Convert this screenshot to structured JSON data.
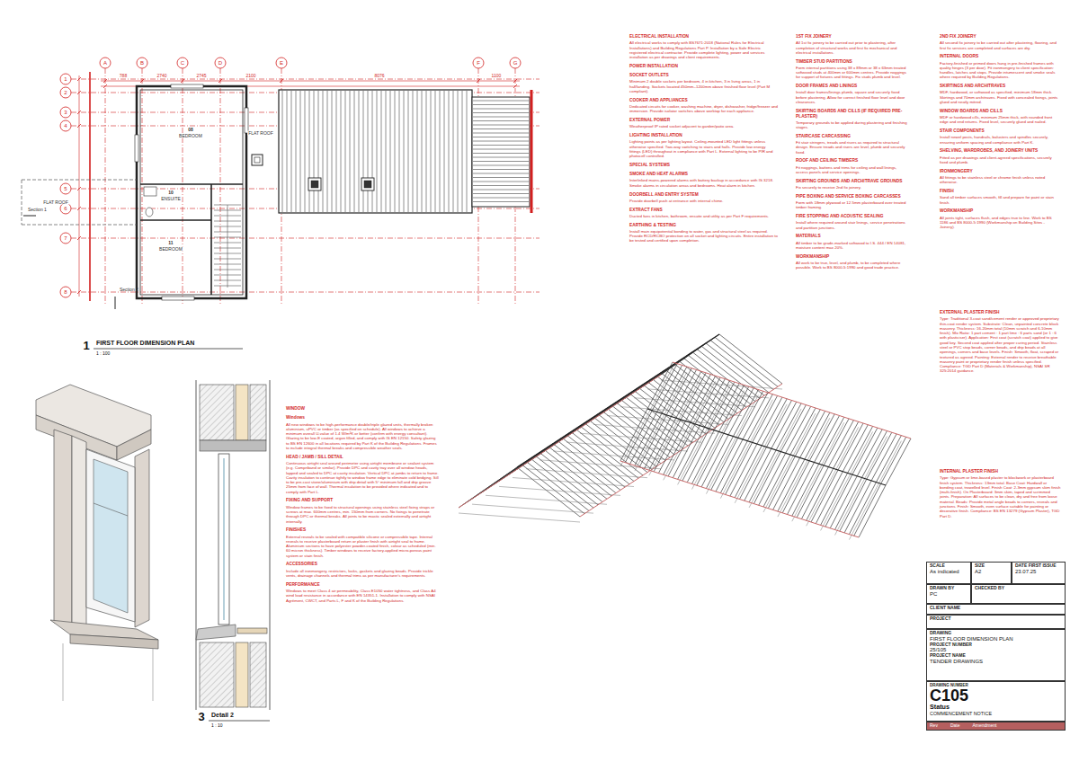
{
  "diagram": {
    "nodes": [
      {
        "text": [
          "SCALE",
          "As indicated"
        ]
      },
      {
        "text": [
          "SIZE",
          "A2"
        ]
      },
      {
        "text": [
          "DATE FIRST ISSUE",
          "23.07.25"
        ]
      },
      {
        "text": [
          "DRAWN BY",
          "PC"
        ]
      },
      {
        "text": [
          "CHECKED BY"
        ]
      },
      {
        "text": [
          "CLIENT NAME"
        ]
      },
      {
        "text": [
          "PROJECT"
        ]
      },
      {
        "text": [
          "DRAWING",
          "FIRST FLOOR DIMENSION PLAN",
          "PROJECT NUMBER",
          "25/105",
          "PROJECT NAME",
          "TENDER DRAWINGS"
        ]
      },
      {
        "text": [
          "DRAWING NUMBER",
          "C105",
          "Status",
          "COMMENCEMENT NOTICE"
        ]
      },
      {
        "text": [
          "Rev",
          "Date",
          "Amendment"
        ]
      }
    ],
    "labels": [
      "A",
      "B",
      "C",
      "D",
      "E",
      "F",
      "G",
      "1",
      "2",
      "3",
      "4",
      "5",
      "6",
      "7",
      "8",
      "08",
      "BEDROOM",
      "10",
      "ENSUITE",
      "11",
      "BEDROOM",
      "FLAT ROOF",
      "FLAT ROOF",
      "Section 1",
      "Section 2",
      "788",
      "2740",
      "2745",
      "2100",
      "8076",
      "1100",
      "1",
      "FIRST FLOOR DIMENSION PLAN",
      "1 : 100",
      "3",
      "Detail 2",
      "1 : 10",
      "ELECTRICAL INSTALLATION",
      "All electrical works to comply with BS7671:2018 (National Rules for Electrical Installations) and Building Regulations Part P. Installation by a Safe Electric registered electrical contractor. Provide complete lighting, power and services installation as per drawings and client requirements.",
      "POWER INSTALLATION",
      "SOCKET OUTLETS",
      "Minimum 2 double sockets per bedroom, 4 in kitchen, 3 in living areas, 1 in hall/landing. Sockets located 450mm–1200mm above finished floor level (Part M compliant).",
      "COOKER AND APPLIANCES",
      "Dedicated circuits for cooker, washing machine, dryer, dishwasher, fridge/freezer and immersion. Provide isolator switches above worktop for each appliance.",
      "EXTERNAL POWER",
      "Weatherproof IP rated socket adjacent to garden/patio area.",
      "LIGHTING INSTALLATION",
      "Lighting points as per lighting layout. Ceiling-mounted LED light fittings unless otherwise specified. Two-way switching to stairs and halls. Provide low energy fittings (LED) throughout in compliance with Part L. External lighting to be PIR and photocell controlled.",
      "SPECIAL SYSTEMS",
      "SMOKE AND HEAT ALARMS",
      "Interlinked mains-powered alarms with battery backup in accordance with IS 3218. Smoke alarms in circulation areas and bedrooms. Heat alarm in kitchen.",
      "DOORBELL AND ENTRY SYSTEM",
      "Provide doorbell push at entrance with internal chime.",
      "EXTRACT FANS",
      "Ducted fans in kitchen, bathroom, ensuite and utility as per Part F requirements.",
      "EARTHING & TESTING",
      "Install main equipotential bonding to water, gas and structural steel as required. Provide RCD/RCBO protection on all socket and lighting circuits. Entire installation to be tested and certified upon completion.",
      "1ST FIX JOINERY",
      "All 1st fix joinery to be carried out prior to plastering, after completion of structural works and first fix mechanical and electrical installations.",
      "TIMBER STUD PARTITIONS",
      "Form internal partitions using 38 x 89mm or 38 x 63mm treated softwood studs at 400mm or 600mm centres. Provide noggings for support of fixtures and fittings. Fix studs plumb and level.",
      "DOOR FRAMES AND LININGS",
      "Install door frames/linings plumb, square and securely fixed before plastering. Allow for correct finished floor level and door clearances.",
      "SKIRTING BOARDS AND CILLS (IF REQUIRED PRE-PLASTER)",
      "Temporary grounds to be applied during plastering and finishing stages.",
      "STAIRCASE CARCASSING",
      "Fit stair stringers, treads and risers as required to structural design. Ensure treads and risers are level, plumb and securely fixed.",
      "ROOF AND CEILING TIMBERS",
      "Fit noggings, battens and trims for ceiling and wall linings, access panels and service openings.",
      "SKIRTING GROUNDS AND ARCHITRAVE GROUNDS",
      "Fix securely to receive 2nd fix joinery.",
      "PIPE BOXING AND SERVICE BOXING CARCASSES",
      "Form with 18mm plywood or 12.5mm plasterboard over treated timber framing.",
      "FIRE STOPPING AND ACOUSTIC SEALING",
      "Install where required around stair linings, service penetrations and partition junctions.",
      "MATERIALS",
      "All timber to be grade-marked softwood to I.S. 444 / EN 14081, moisture content max 20%.",
      "WORKMANSHIP",
      "All work to be true, level, and plumb, to be completed where possible. Work to BS 8000-5:1990 and good trade practice.",
      "2ND FIX JOINERY",
      "All second fix joinery to be carried out after plastering, flooring, and first fix services are completed and surfaces are dry.",
      "INTERNAL DOORS",
      "Factory-finished or primed doors hung in pre-finished frames with quality hinges (3 per door). Fit ironmongery to client specification: handles, latches and stops. Provide intumescent and smoke seals where required by Building Regulations.",
      "SKIRTINGS AND ARCHITRAVES",
      "MDF, hardwood, or softwood as specified, minimum 18mm thick. Skirtings and 70mm architraves. Fixed with concealed fixings, joints glued and neatly mitred.",
      "WINDOW BOARDS AND CILLS",
      "MDF or hardwood cills, minimum 25mm thick, with rounded front edge and end returns. Fixed level, securely glued and nailed.",
      "STAIR COMPONENTS",
      "Install newel posts, handrails, balusters and spindles securely, ensuring uniform spacing and compliance with Part K.",
      "SHELVING, WARDROBES, AND JOINERY UNITS",
      "Fitted as per drawings and client-agreed specifications, securely fixed and plumb.",
      "IRONMONGERY",
      "All fittings to be stainless steel or chrome finish unless noted otherwise.",
      "FINISH",
      "Sand all timber surfaces smooth, fill and prepare for paint or stain finish.",
      "WORKMANSHIP",
      "All joints tight, surfaces flush, and edges true to line. Work to BS 1186 and BS 8000-5:1990 (Workmanship on Building Sites - Joinery).",
      "EXTERNAL PLASTER FINISH",
      "Type: Traditional 3-coat sand/cement render or approved proprietary thin-coat render system. Substrate: Clean, unpainted concrete block masonry. Thickness: 16-20mm total (10mm scratch and 6-10mm finish). Mix Ratio: 1 part cement : 1 part lime : 6 parts sand (or 1 : 6 with plasticiser). Application: First coat (scratch coat) applied to give good key. Second coat applied after proper curing period. Stainless steel or PVC stop beads, corner beads, and drip beads at all openings, corners and base levels. Finish: Smooth, float, scraped or textured as agreed. Painting: External render to receive breathable masonry paint or proprietary render finish unless specified. Compliance: TGD Part D (Materials & Workmanship), NSAI SR 325:2014 guidance.",
      "INTERNAL PLASTER FINISH",
      "Type: Gypsum or lime-based plaster to blockwork or plasterboard finish system. Thickness: 13mm total. Base Coat: Hardwall or bonding coat, trowelled level. Finish Coat: 2-3mm gypsum skim finish (multi-finish). On Plasterboard: 3mm skim, taped and scrimmed joints. Preparation: All surfaces to be clean, dry and free from loose material. Beads: Provide metal angle beads to corners, reveals and junctions. Finish: Smooth, even surface suitable for painting or decorative finish. Compliance: BS EN 13279 (Gypsum Plaster), TGD Part D.",
      "WINDOW",
      "Windows",
      "All new windows to be high-performance double/triple glazed units, thermally broken aluminium, uPVC or timber (as specified on schedule). All windows to achieve a minimum overall U-value of 1.4 W/m²K or better (confirm with energy consultant). Glazing to be low-E coated, argon filled, and comply with IS EN 12150. Safety glazing to BS EN 12600 in all locations required by Part K of the Building Regulations. Frames to include integral thermal breaks and compressible weather seals.",
      "HEAD / JAMB / SILL DETAIL",
      "Continuous airtight seal around perimeter using airtight membrane or sealant system (e.g. Compriband or similar). Provide DPC and cavity tray over all window heads, lapped and sealed to DPC at cavity insulation. Vertical DPC at jambs to return to frame. Cavity insulation to continue tightly to window frame edge to eliminate cold bridging. Sill to be pre-cast stone/aluminium with drip detail with 5° minimum fall and drip groove 25mm from face of wall. Thermal insulation to be provided where indicated and to comply with Part L.",
      "FIXING AND SUPPORT",
      "Window frames to be fixed to structural openings using stainless steel fixing straps or screws at max. 600mm centres, min. 150mm from corners. No fixings to penetrate through DPC or thermal breaks. All joints to be mastic sealed externally and airtight internally.",
      "FINISHES",
      "External reveals to be sealed with compatible silicone or compressible tape. Internal reveals to receive plasterboard return or plaster finish with airtight seal to frame. Aluminium sections to have polyester powder-coated finish, colour as scheduled (min. 60 micron thickness). Timber windows to receive factory-applied micro-porous paint system or stain finish.",
      "ACCESSORIES",
      "Include all ironmongery, restrictors, locks, gaskets and glazing beads. Provide trickle vents, drainage channels and thermal trims as per manufacturer's requirements.",
      "PERFORMANCE",
      "Windows to meet Class 4 air permeability, Class E1050 water tightness, and Class A4 wind load resistance in accordance with EN 14351-1. Installation to comply with NSAI Agrément, CWCT, and Parts L, F and K of the Building Regulations."
    ]
  }
}
